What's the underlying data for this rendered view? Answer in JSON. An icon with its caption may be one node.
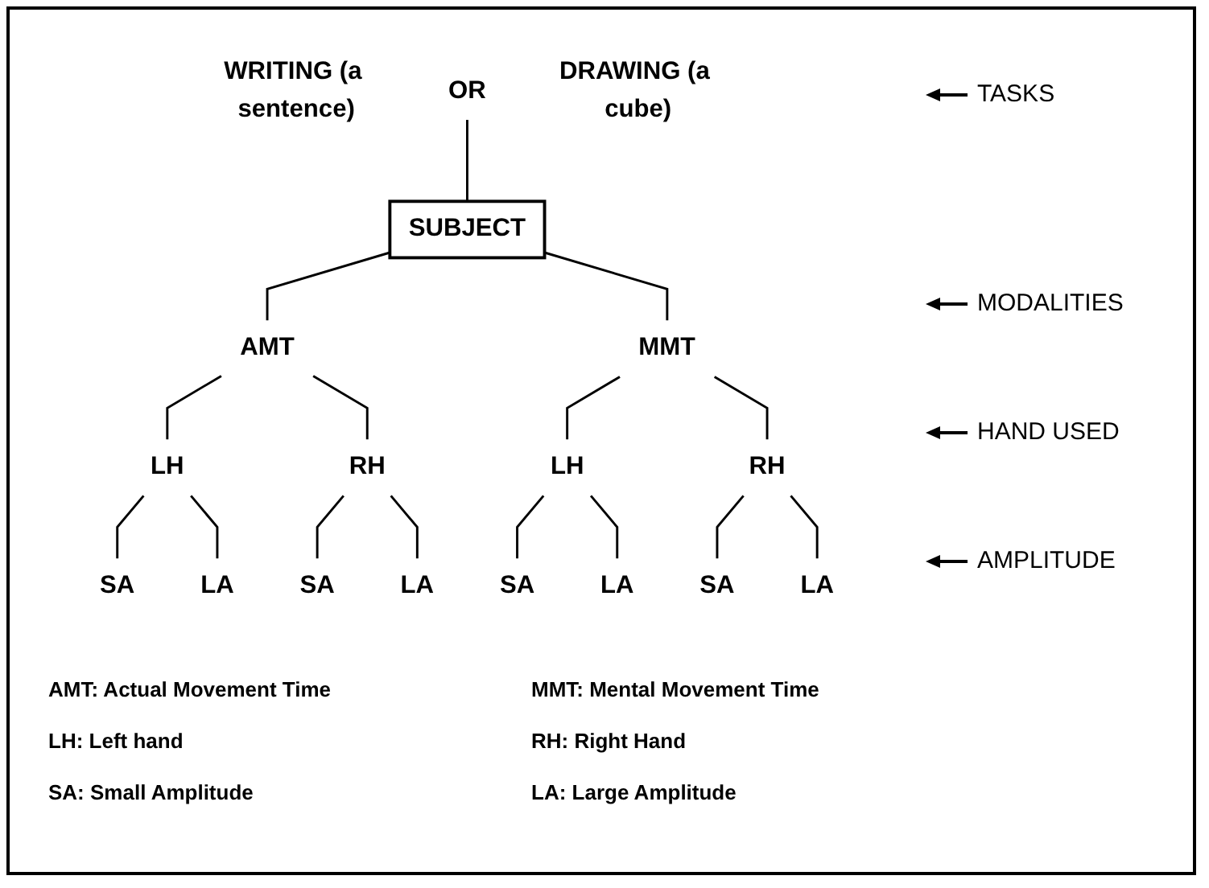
{
  "diagram": {
    "nodes": [
      {
        "text": [
          "WRITING (a sentence)"
        ]
      },
      {
        "text": [
          "OR"
        ]
      },
      {
        "text": [
          "DRAWING (a cube)"
        ]
      },
      {
        "text": [
          "SUBJECT"
        ]
      },
      {
        "text": [
          "AMT"
        ]
      },
      {
        "text": [
          "MMT"
        ]
      },
      {
        "text": [
          "LH"
        ]
      },
      {
        "text": [
          "RH"
        ]
      },
      {
        "text": [
          "LH"
        ]
      },
      {
        "text": [
          "RH"
        ]
      },
      {
        "text": [
          "SA"
        ]
      },
      {
        "text": [
          "LA"
        ]
      },
      {
        "text": [
          "SA"
        ]
      },
      {
        "text": [
          "LA"
        ]
      },
      {
        "text": [
          "SA"
        ]
      },
      {
        "text": [
          "LA"
        ]
      },
      {
        "text": [
          "SA"
        ]
      },
      {
        "text": [
          "LA"
        ]
      }
    ],
    "edges": [
      {
        "from": 1,
        "to": 3,
        "arrow": "none"
      },
      {
        "from": 3,
        "to": 4,
        "arrow": "none"
      },
      {
        "from": 3,
        "to": 5,
        "arrow": "none"
      },
      {
        "from": 4,
        "to": 6,
        "arrow": "none"
      },
      {
        "from": 4,
        "to": 7,
        "arrow": "none"
      },
      {
        "from": 5,
        "to": 8,
        "arrow": "none"
      },
      {
        "from": 5,
        "to": 9,
        "arrow": "none"
      },
      {
        "from": 6,
        "to": 10,
        "arrow": "none"
      },
      {
        "from": 6,
        "to": 11,
        "arrow": "none"
      },
      {
        "from": 7,
        "to": 12,
        "arrow": "none"
      },
      {
        "from": 7,
        "to": 13,
        "arrow": "none"
      },
      {
        "from": 8,
        "to": 14,
        "arrow": "none"
      },
      {
        "from": 8,
        "to": 15,
        "arrow": "none"
      },
      {
        "from": 9,
        "to": 16,
        "arrow": "none"
      },
      {
        "from": 9,
        "to": 17,
        "arrow": "none"
      }
    ],
    "labels": [
      "TASKS",
      "MODALITIES",
      "HAND USED",
      "AMPLITUDE",
      "AMT: Actual Movement Time",
      "MMT: Mental Movement Time",
      "LH: Left hand",
      "RH: Right Hand",
      "SA: Small Amplitude",
      "LA: Large Amplitude"
    ]
  }
}
